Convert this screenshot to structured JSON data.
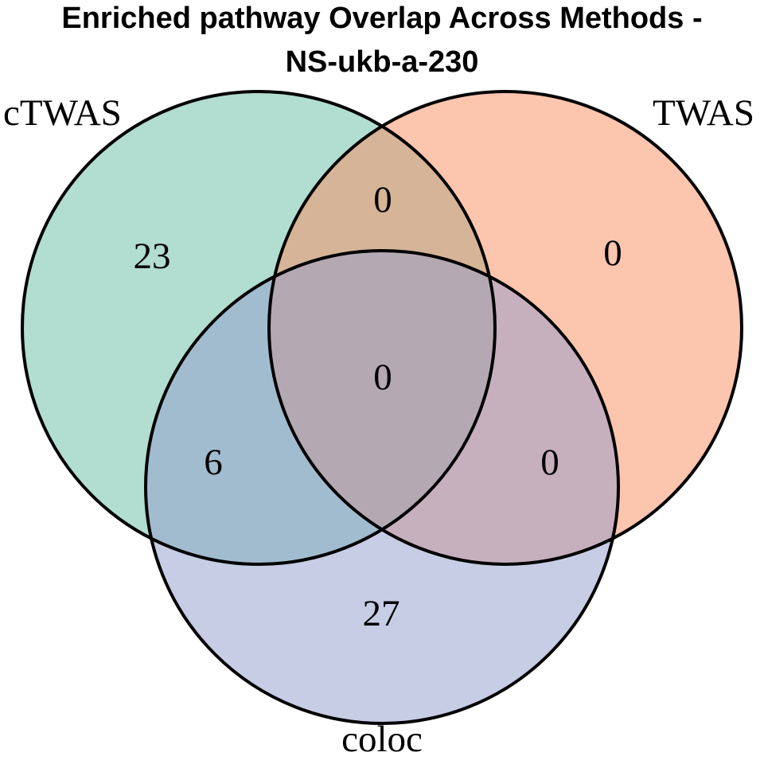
{
  "title": {
    "line1": "Enriched pathway Overlap Across Methods -",
    "line2": "NS-ukb-a-230"
  },
  "chart_data": {
    "type": "venn",
    "title": "Enriched pathway Overlap Across Methods - NS-ukb-a-230",
    "sets": [
      "cTWAS",
      "TWAS",
      "coloc"
    ],
    "colors": {
      "cTWAS": "#65bba3",
      "TWAS": "#f98b5d",
      "coloc": "#919bcd",
      "outline": "#000000",
      "text": "#000000"
    },
    "fill_opacity": 0.5,
    "regions": {
      "cTWAS_only": 23,
      "TWAS_only": 0,
      "coloc_only": 27,
      "cTWAS_TWAS": 0,
      "cTWAS_coloc": 6,
      "TWAS_coloc": 0,
      "cTWAS_TWAS_coloc": 0
    }
  }
}
